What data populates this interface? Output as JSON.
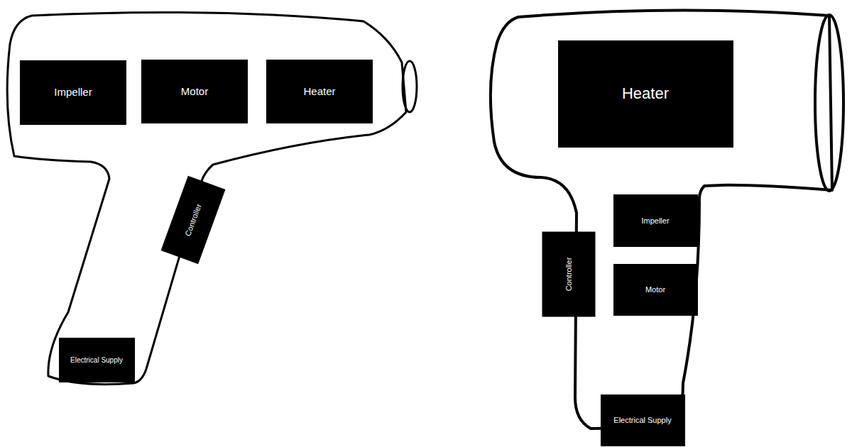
{
  "diagram": {
    "nodes": [
      {
        "text": [
          "Impeller"
        ]
      },
      {
        "text": [
          "Motor"
        ]
      },
      {
        "text": [
          "Heater"
        ]
      },
      {
        "text": [
          "Controller"
        ]
      },
      {
        "text": [
          "Electrical Supply"
        ]
      },
      {
        "text": [
          "Heater"
        ]
      },
      {
        "text": [
          "Impeller"
        ]
      },
      {
        "text": [
          "Controller"
        ]
      },
      {
        "text": [
          "Motor"
        ]
      },
      {
        "text": [
          "Electrical Supply"
        ]
      }
    ]
  }
}
